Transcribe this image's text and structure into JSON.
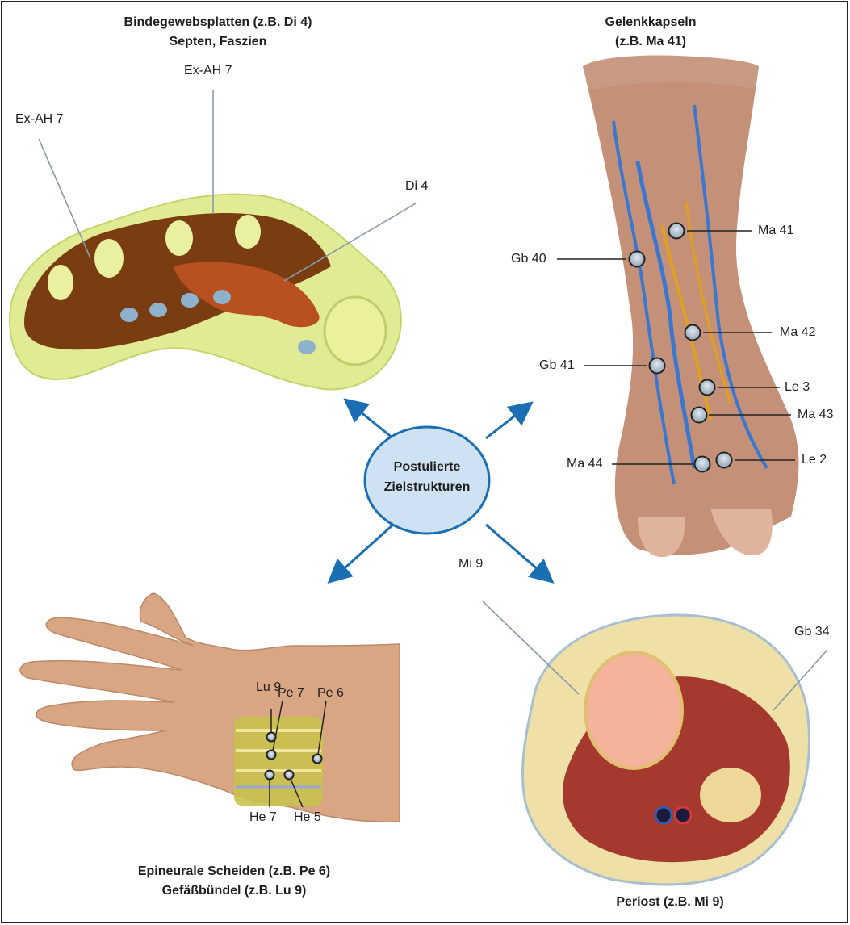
{
  "center": {
    "line1": "Postulierte",
    "line2": "Zielstrukturen"
  },
  "panels": {
    "top_left": {
      "caption_line1": "Bindegewebsplatten (z.B. Di 4)",
      "caption_line2": "Septen, Faszien",
      "labels": {
        "exah7_top": "Ex-AH 7",
        "exah7_left": "Ex-AH 7",
        "di4": "Di 4"
      }
    },
    "top_right": {
      "caption_line1": "Gelenkkapseln",
      "caption_line2": "(z.B. Ma 41)",
      "labels": {
        "ma41": "Ma 41",
        "gb40": "Gb 40",
        "ma42": "Ma 42",
        "gb41": "Gb 41",
        "le3": "Le 3",
        "ma43": "Ma 43",
        "ma44": "Ma 44",
        "le2": "Le 2"
      }
    },
    "bottom_left": {
      "caption_line1": "Epineurale Scheiden (z.B. Pe 6)",
      "caption_line2": "Gefäßbündel (z.B. Lu 9)",
      "labels": {
        "lu9": "Lu 9",
        "pe7": "Pe 7",
        "pe6": "Pe 6",
        "he7": "He 7",
        "he5": "He 5"
      }
    },
    "bottom_right": {
      "caption_line1": "Periost (z.B. Mi 9)",
      "labels": {
        "mi9": "Mi 9",
        "gb34": "Gb 34"
      }
    }
  },
  "colors": {
    "arrow": "#1a6fb3",
    "center_fill": "#cfe2f3",
    "center_stroke": "#1a6fb3"
  }
}
